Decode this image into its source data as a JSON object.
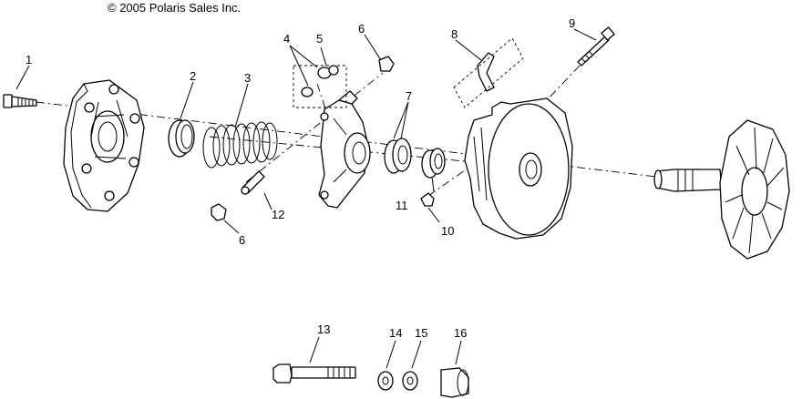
{
  "copyright": "© 2005 Polaris Sales Inc.",
  "callouts": {
    "c1": "1",
    "c2": "2",
    "c3": "3",
    "c4": "4",
    "c5": "5",
    "c6a": "6",
    "c6b": "6",
    "c7": "7",
    "c8": "8",
    "c9": "9",
    "c10": "10",
    "c11": "11",
    "c12": "12",
    "c13": "13",
    "c14": "14",
    "c15": "15",
    "c16": "16"
  }
}
